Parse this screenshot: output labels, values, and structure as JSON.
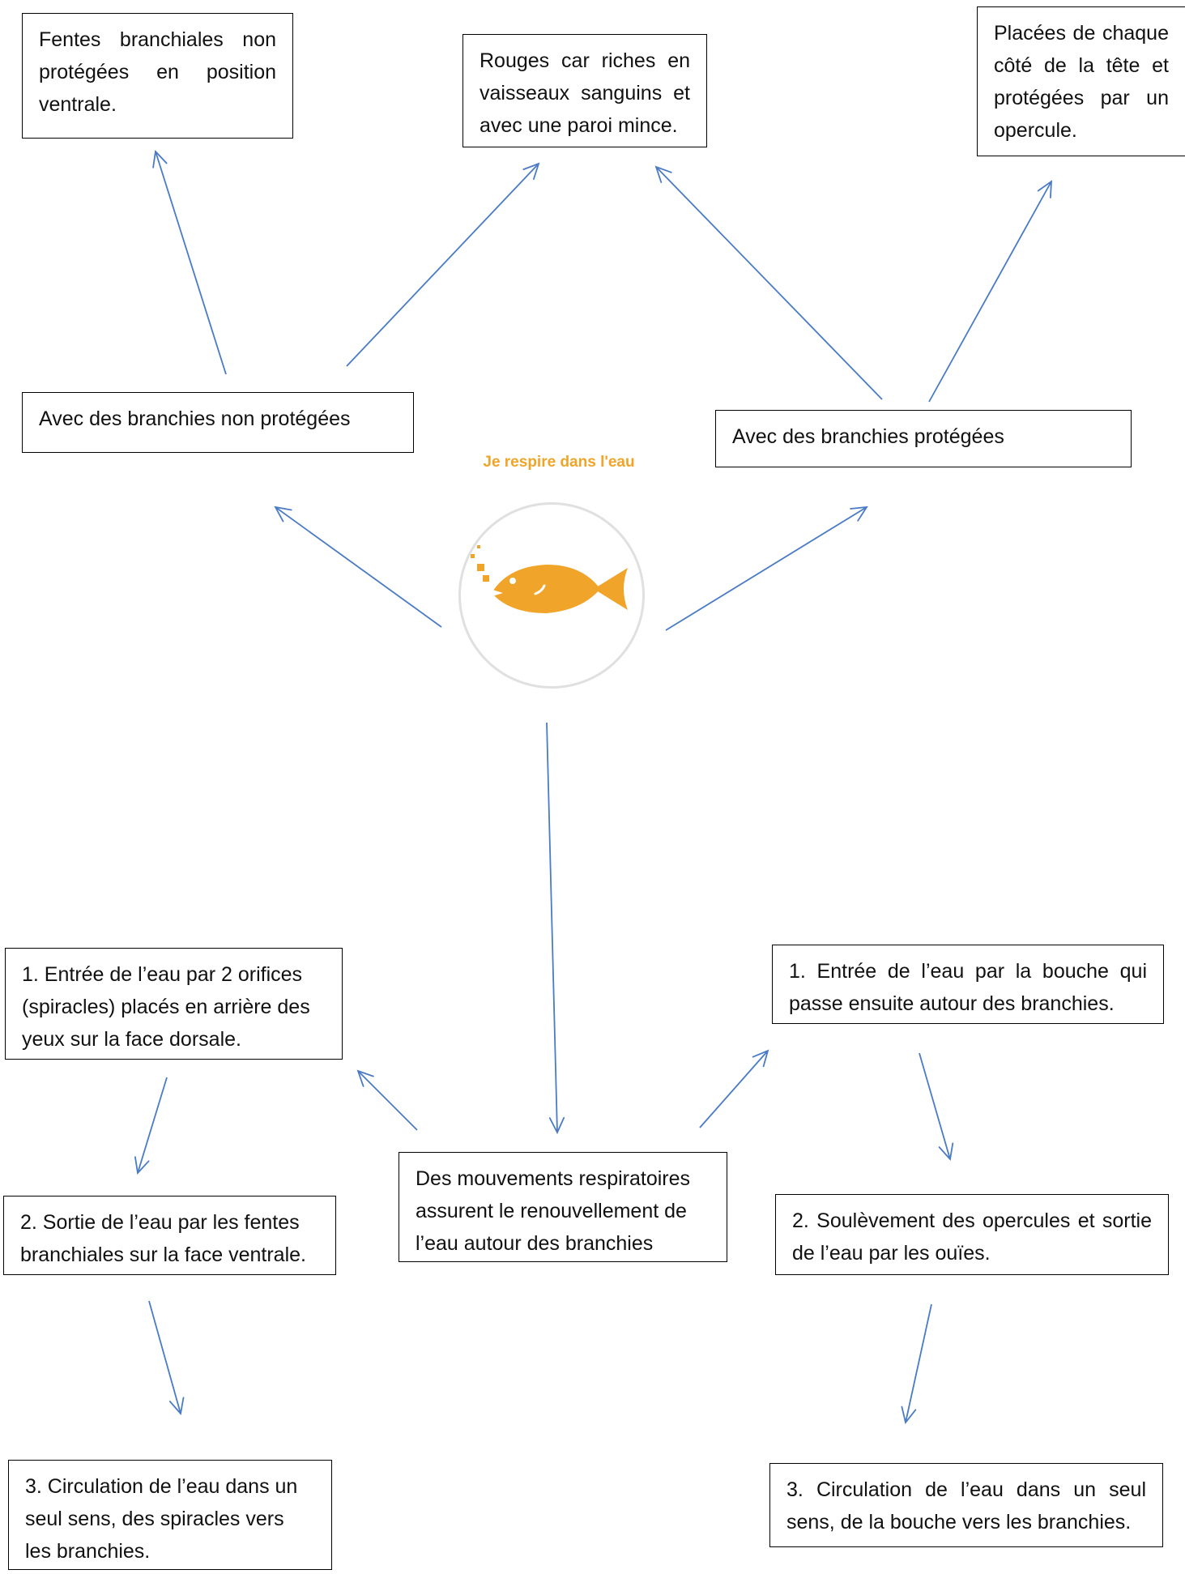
{
  "center": {
    "title": "Je respire dans l'eau",
    "icon": "fish-icon",
    "accent_color": "#f0a52a"
  },
  "colors": {
    "arrow": "#4a7bc4",
    "border": "#000000"
  },
  "boxes": {
    "fentes_non_protegees": "Fentes branchiales non protégées en position ventrale.",
    "rouges": "Rouges car riches en vaisseaux sanguins et avec une paroi mince.",
    "placees": "Placées de chaque côté de la tête et protégées par un opercule.",
    "non_protegees": "Avec des branchies  non protégées",
    "protegees": "Avec des branchies protégées",
    "mouvements": "Des mouvements respiratoires assurent le renouvellement de l’eau autour des branchies",
    "left_step1": "1. Entrée de l’eau par 2 orifices (spiracles) placés en arrière des yeux sur la face dorsale.",
    "left_step2": "2. Sortie de l’eau par les fentes branchiales sur la face ventrale.",
    "left_step3": "3. Circulation de l’eau dans un seul sens, des spiracles vers les branchies.",
    "right_step1": "1. Entrée de l’eau par la bouche qui passe ensuite autour des branchies.",
    "right_step2": "2. Soulèvement des opercules et sortie de l’eau par les ouïes.",
    "right_step3": "3. Circulation de l’eau dans un seul sens, de la bouche vers les branchies."
  }
}
